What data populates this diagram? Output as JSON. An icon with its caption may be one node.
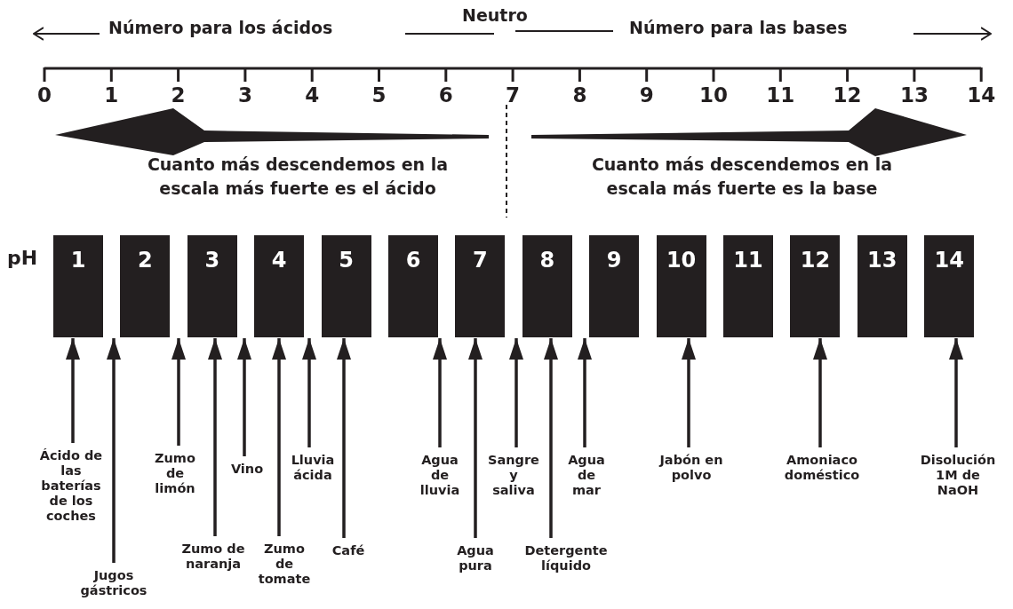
{
  "diagram": {
    "nodes": [
      {
        "text": [
          "1"
        ]
      },
      {
        "text": [
          "2"
        ]
      },
      {
        "text": [
          "3"
        ]
      },
      {
        "text": [
          "4"
        ]
      },
      {
        "text": [
          "5"
        ]
      },
      {
        "text": [
          "6"
        ]
      },
      {
        "text": [
          "7"
        ]
      },
      {
        "text": [
          "8"
        ]
      },
      {
        "text": [
          "9"
        ]
      },
      {
        "text": [
          "10"
        ]
      },
      {
        "text": [
          "11"
        ]
      },
      {
        "text": [
          "12"
        ]
      },
      {
        "text": [
          "13"
        ]
      },
      {
        "text": [
          "14"
        ]
      },
      {
        "text": [
          "Ácido de las baterías de los coches"
        ]
      },
      {
        "text": [
          "Jugos gástricos"
        ]
      },
      {
        "text": [
          "Zumo de limón"
        ]
      },
      {
        "text": [
          "Zumo de naranja"
        ]
      },
      {
        "text": [
          "Vino"
        ]
      },
      {
        "text": [
          "Zumo de tomate"
        ]
      },
      {
        "text": [
          "Lluvia ácida"
        ]
      },
      {
        "text": [
          "Café"
        ]
      },
      {
        "text": [
          "Agua de lluvia"
        ]
      },
      {
        "text": [
          "Agua pura"
        ]
      },
      {
        "text": [
          "Sangre y saliva"
        ]
      },
      {
        "text": [
          "Detergente líquido"
        ]
      },
      {
        "text": [
          "Agua de mar"
        ]
      },
      {
        "text": [
          "Jabón en polvo"
        ]
      },
      {
        "text": [
          "Amoniaco doméstico"
        ]
      },
      {
        "text": [
          "Disolución 1M de NaOH"
        ]
      }
    ],
    "edges": [
      {
        "from": 14,
        "to": 0,
        "arrow": "to"
      },
      {
        "from": 15,
        "to": 0,
        "arrow": "to"
      },
      {
        "from": 16,
        "to": 1,
        "arrow": "to"
      },
      {
        "from": 17,
        "to": 2,
        "arrow": "to"
      },
      {
        "from": 18,
        "to": 2,
        "arrow": "to"
      },
      {
        "from": 19,
        "to": 3,
        "arrow": "to"
      },
      {
        "from": 20,
        "to": 3,
        "arrow": "to"
      },
      {
        "from": 21,
        "to": 4,
        "arrow": "to"
      },
      {
        "from": 22,
        "to": 5,
        "arrow": "to"
      },
      {
        "from": 23,
        "to": 6,
        "arrow": "to"
      },
      {
        "from": 24,
        "to": 7,
        "arrow": "to"
      },
      {
        "from": 25,
        "to": 7,
        "arrow": "to"
      },
      {
        "from": 26,
        "to": 8,
        "arrow": "to"
      },
      {
        "from": 27,
        "to": 9,
        "arrow": "to"
      },
      {
        "from": 28,
        "to": 11,
        "arrow": "to"
      },
      {
        "from": 29,
        "to": 13,
        "arrow": "to"
      }
    ],
    "labels": [
      "Neutro",
      "Número para los ácidos",
      "Número para las bases",
      "0",
      "1",
      "2",
      "3",
      "4",
      "5",
      "6",
      "7",
      "8",
      "9",
      "10",
      "11",
      "12",
      "13",
      "14",
      "Cuanto más descendemos en la escala más fuerte es el ácido",
      "Cuanto más descendemos en la escala más fuerte es la base",
      "pH"
    ]
  }
}
